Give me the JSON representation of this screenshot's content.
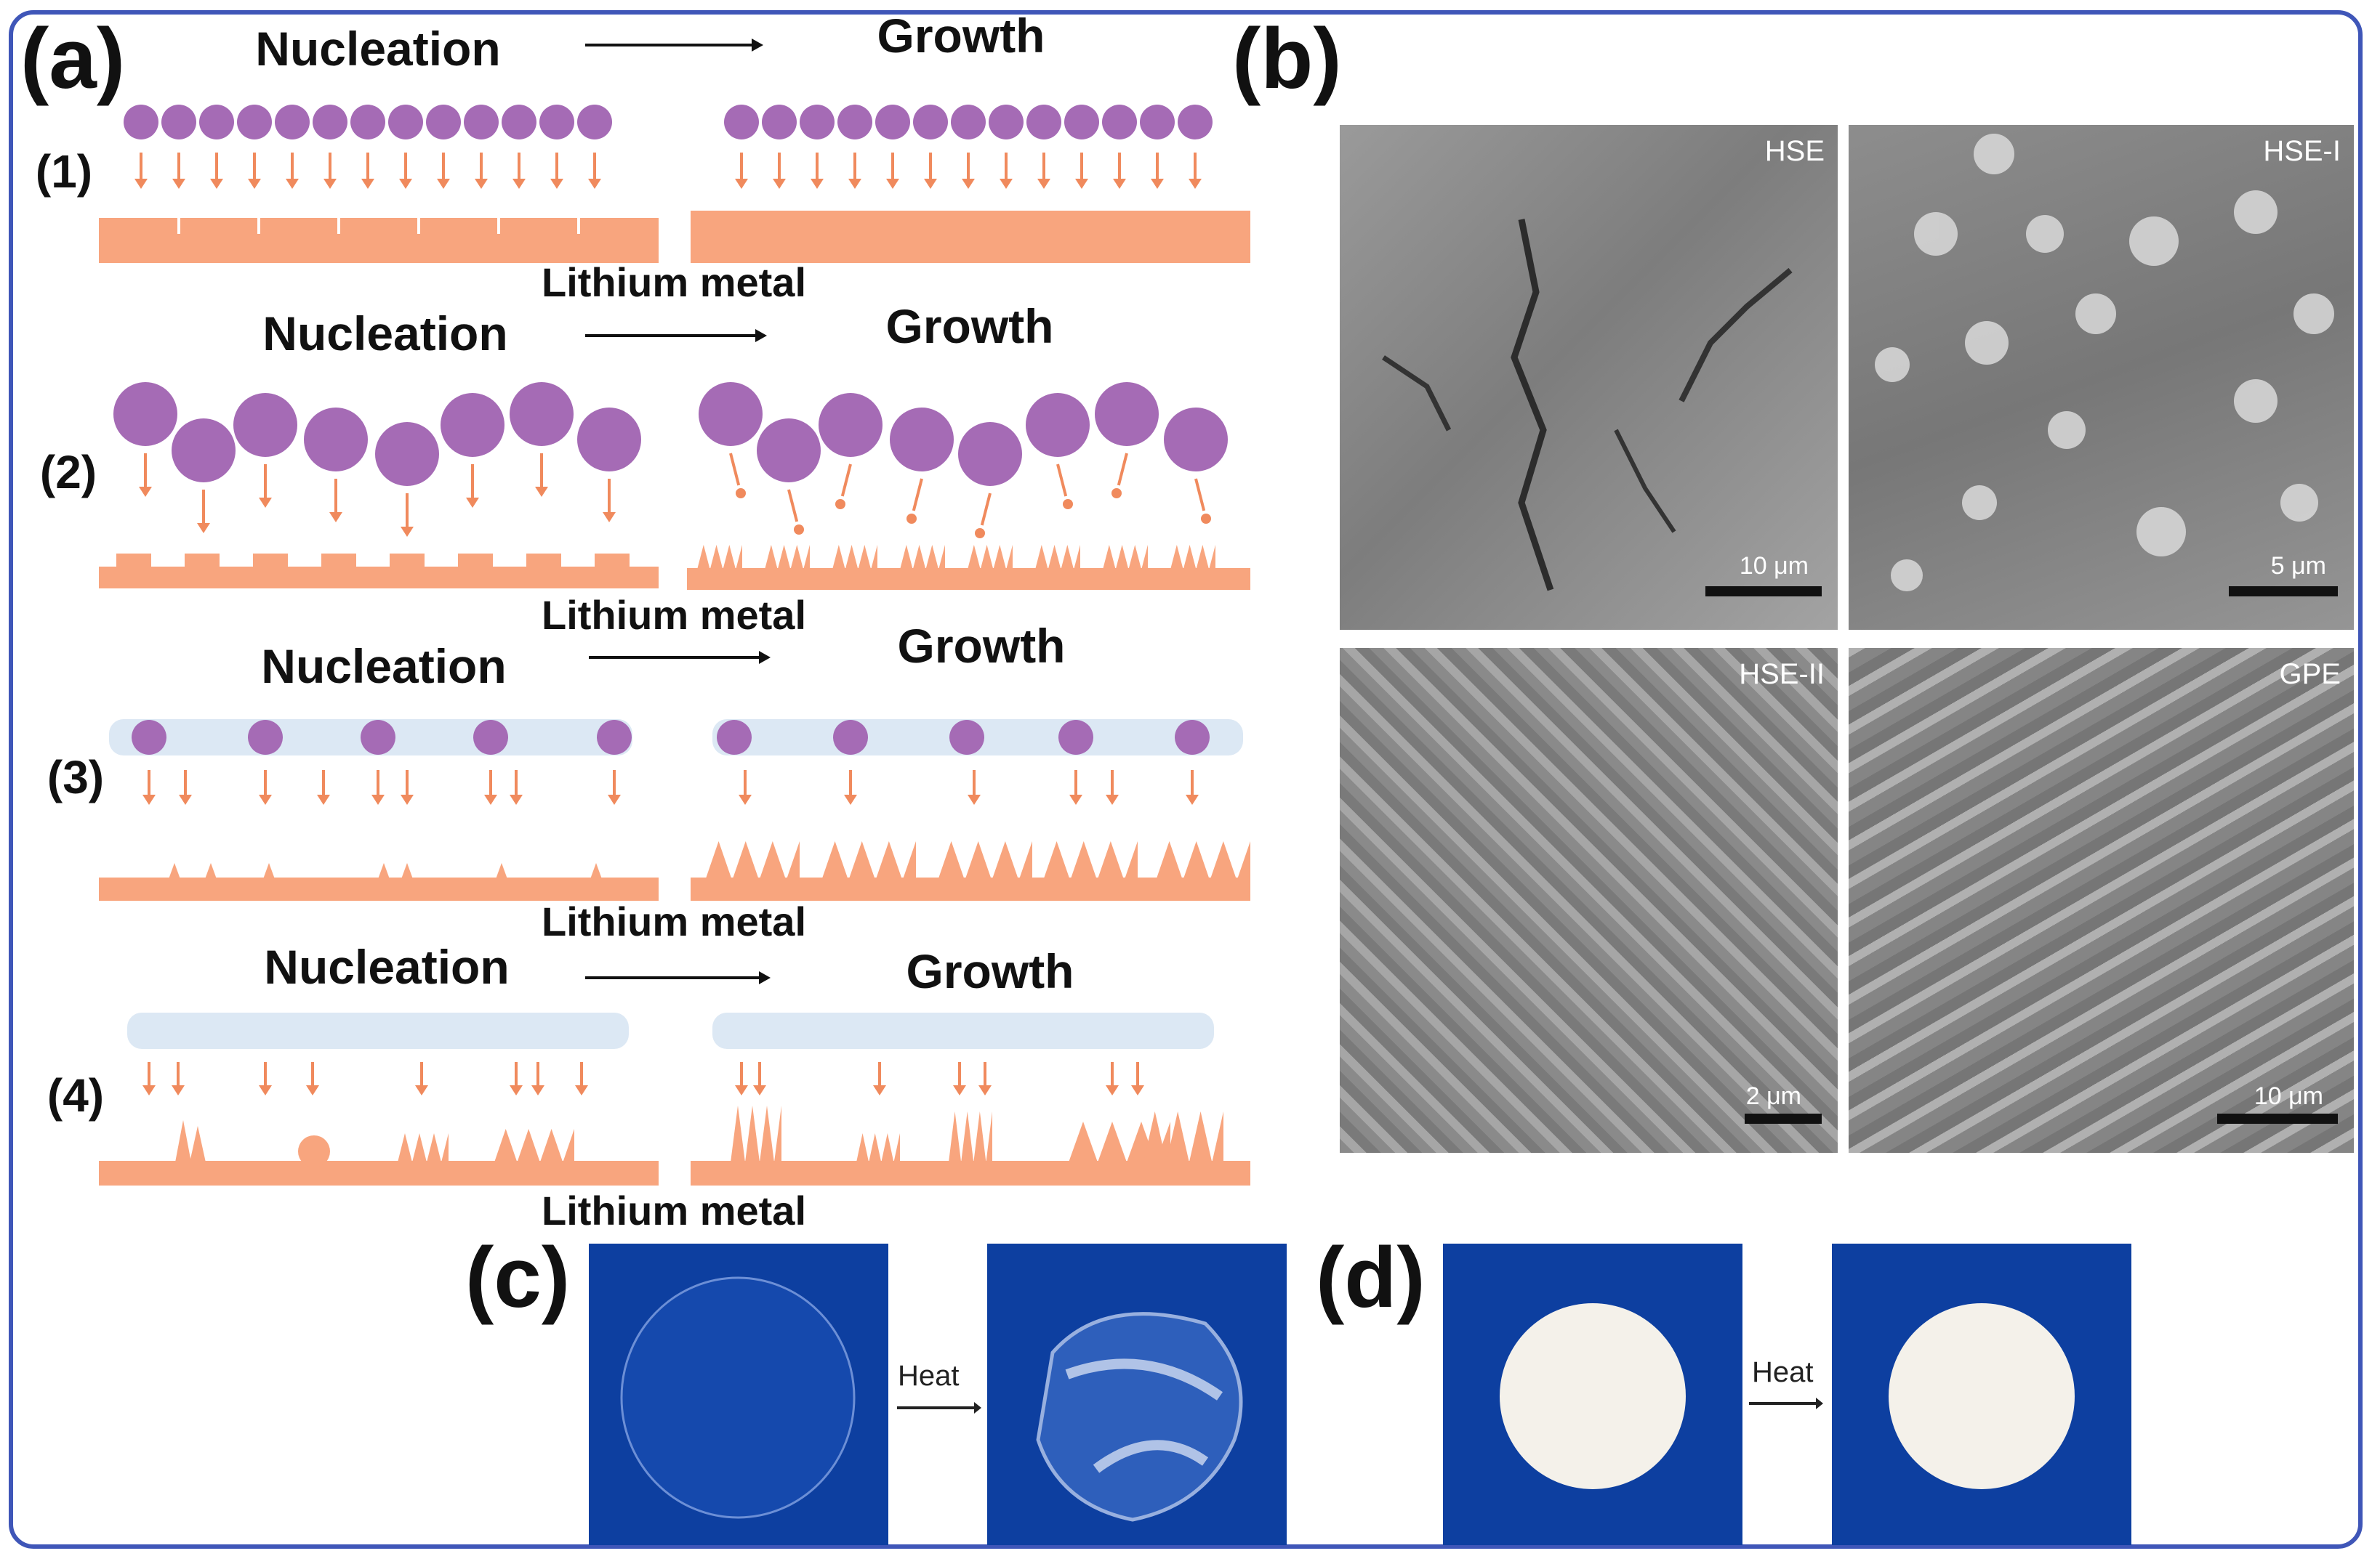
{
  "panels": {
    "a": "(a)",
    "b": "(b)",
    "c": "(c)",
    "d": "(d)"
  },
  "rows": [
    {
      "num": "(1)",
      "nucleation": "Nucleation",
      "growth": "Growth",
      "metal": "Lithium metal"
    },
    {
      "num": "(2)",
      "nucleation": "Nucleation",
      "growth": "Growth",
      "metal": "Lithium metal"
    },
    {
      "num": "(3)",
      "nucleation": "Nucleation",
      "growth": "Growth",
      "metal": "Lithium metal"
    },
    {
      "num": "(4)",
      "nucleation": "Nucleation",
      "growth": "Growth",
      "metal": "Lithium metal"
    }
  ],
  "sem": [
    {
      "tag": "HSE",
      "scale": "10 μm"
    },
    {
      "tag": "HSE-I",
      "scale": "5 μm"
    },
    {
      "tag": "HSE-II",
      "scale": "2 μm"
    },
    {
      "tag": "GPE",
      "scale": "10 μm"
    }
  ],
  "heat_label_c": "Heat",
  "heat_label_d": "Heat",
  "colors": {
    "ion": "#a56bb5",
    "metal": "#f8a57e",
    "arrow": "#f08a5d",
    "sei": "#dce8f4",
    "frame": "#3f56b8",
    "photo_bg": "#0d3fa0"
  }
}
